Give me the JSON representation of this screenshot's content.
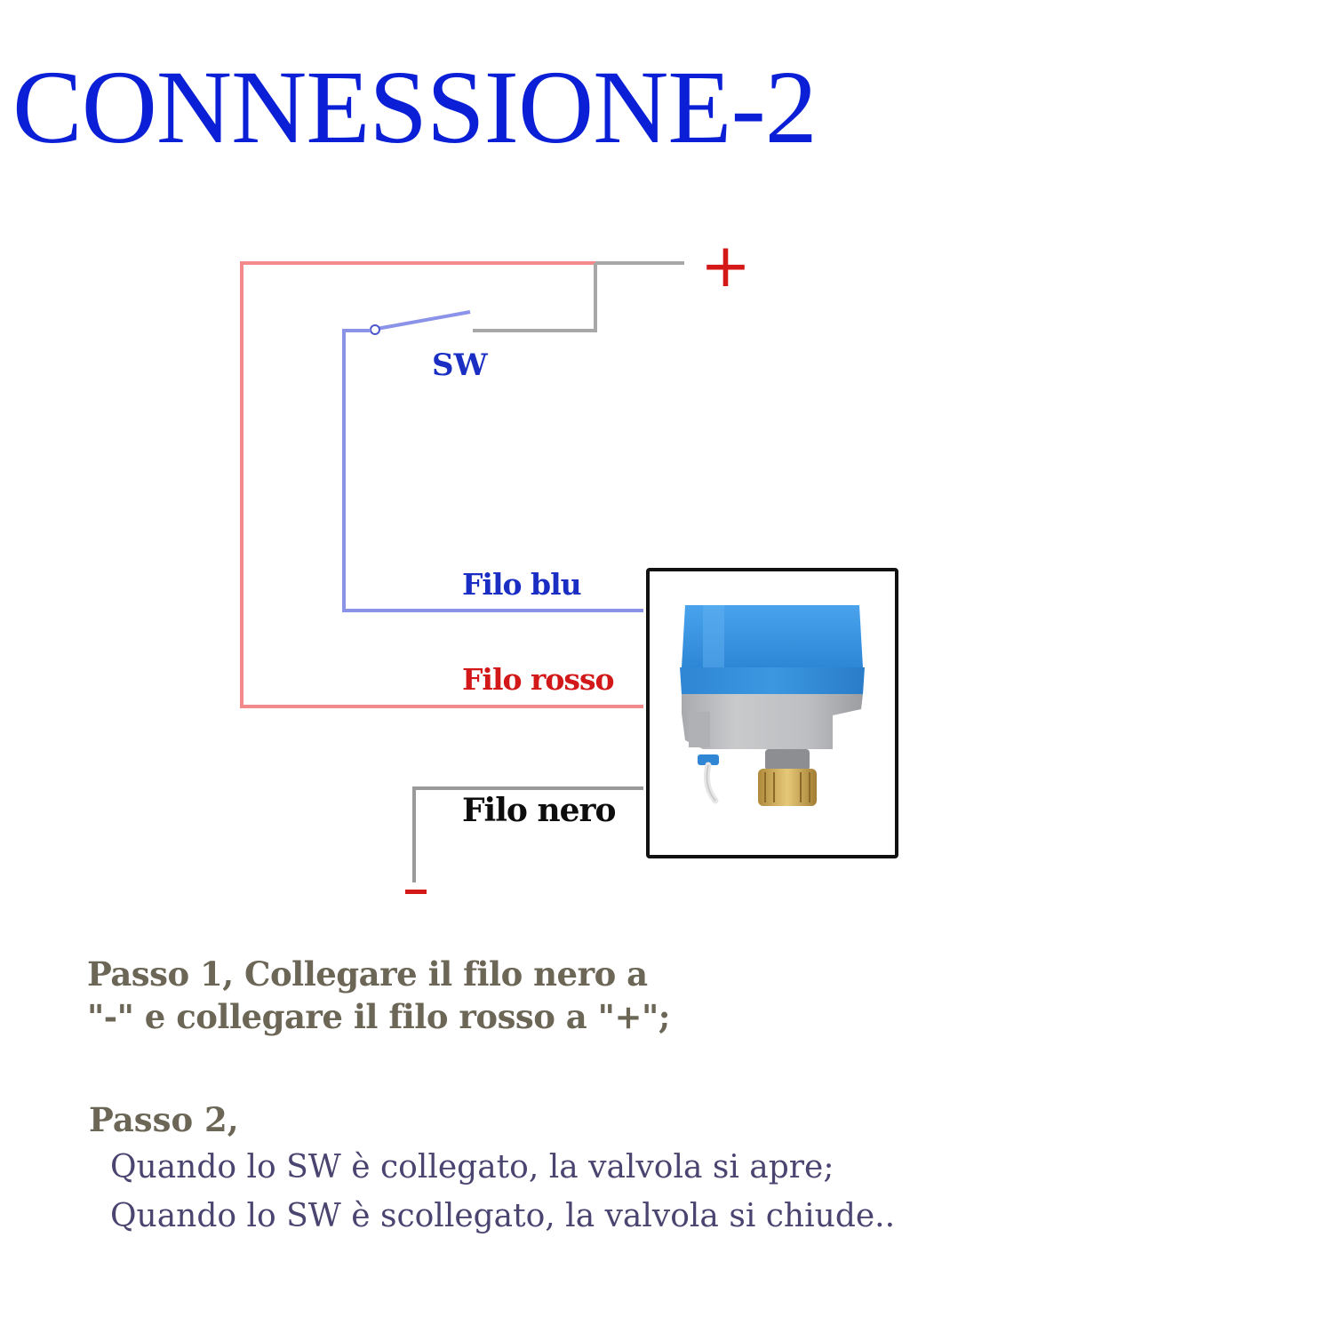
{
  "title": "CONNESSIONE-2",
  "terminals": {
    "positive": "+",
    "negative": "-"
  },
  "switch_label": "SW",
  "wires": {
    "blue": {
      "label": "Filo blu",
      "color": "#1a2ec4"
    },
    "red": {
      "label": "Filo rosso",
      "color": "#d21818"
    },
    "black": {
      "label": "Filo nero",
      "color": "#0d0d0d"
    }
  },
  "device": {
    "icon": "electric-ball-valve-actuator"
  },
  "colors": {
    "title": "#0a1fd6",
    "steps": "#6b6656",
    "step_detail": "#4a4570"
  },
  "steps": {
    "step1": {
      "line1": "Passo 1, Collegare il filo nero a",
      "line2": "\"-\" e collegare il filo rosso a \"+\";"
    },
    "step2": {
      "title": "Passo 2,",
      "line1": "Quando lo SW è collegato, la valvola si apre;",
      "line2": "Quando lo SW è scollegato, la valvola si chiude.."
    }
  }
}
